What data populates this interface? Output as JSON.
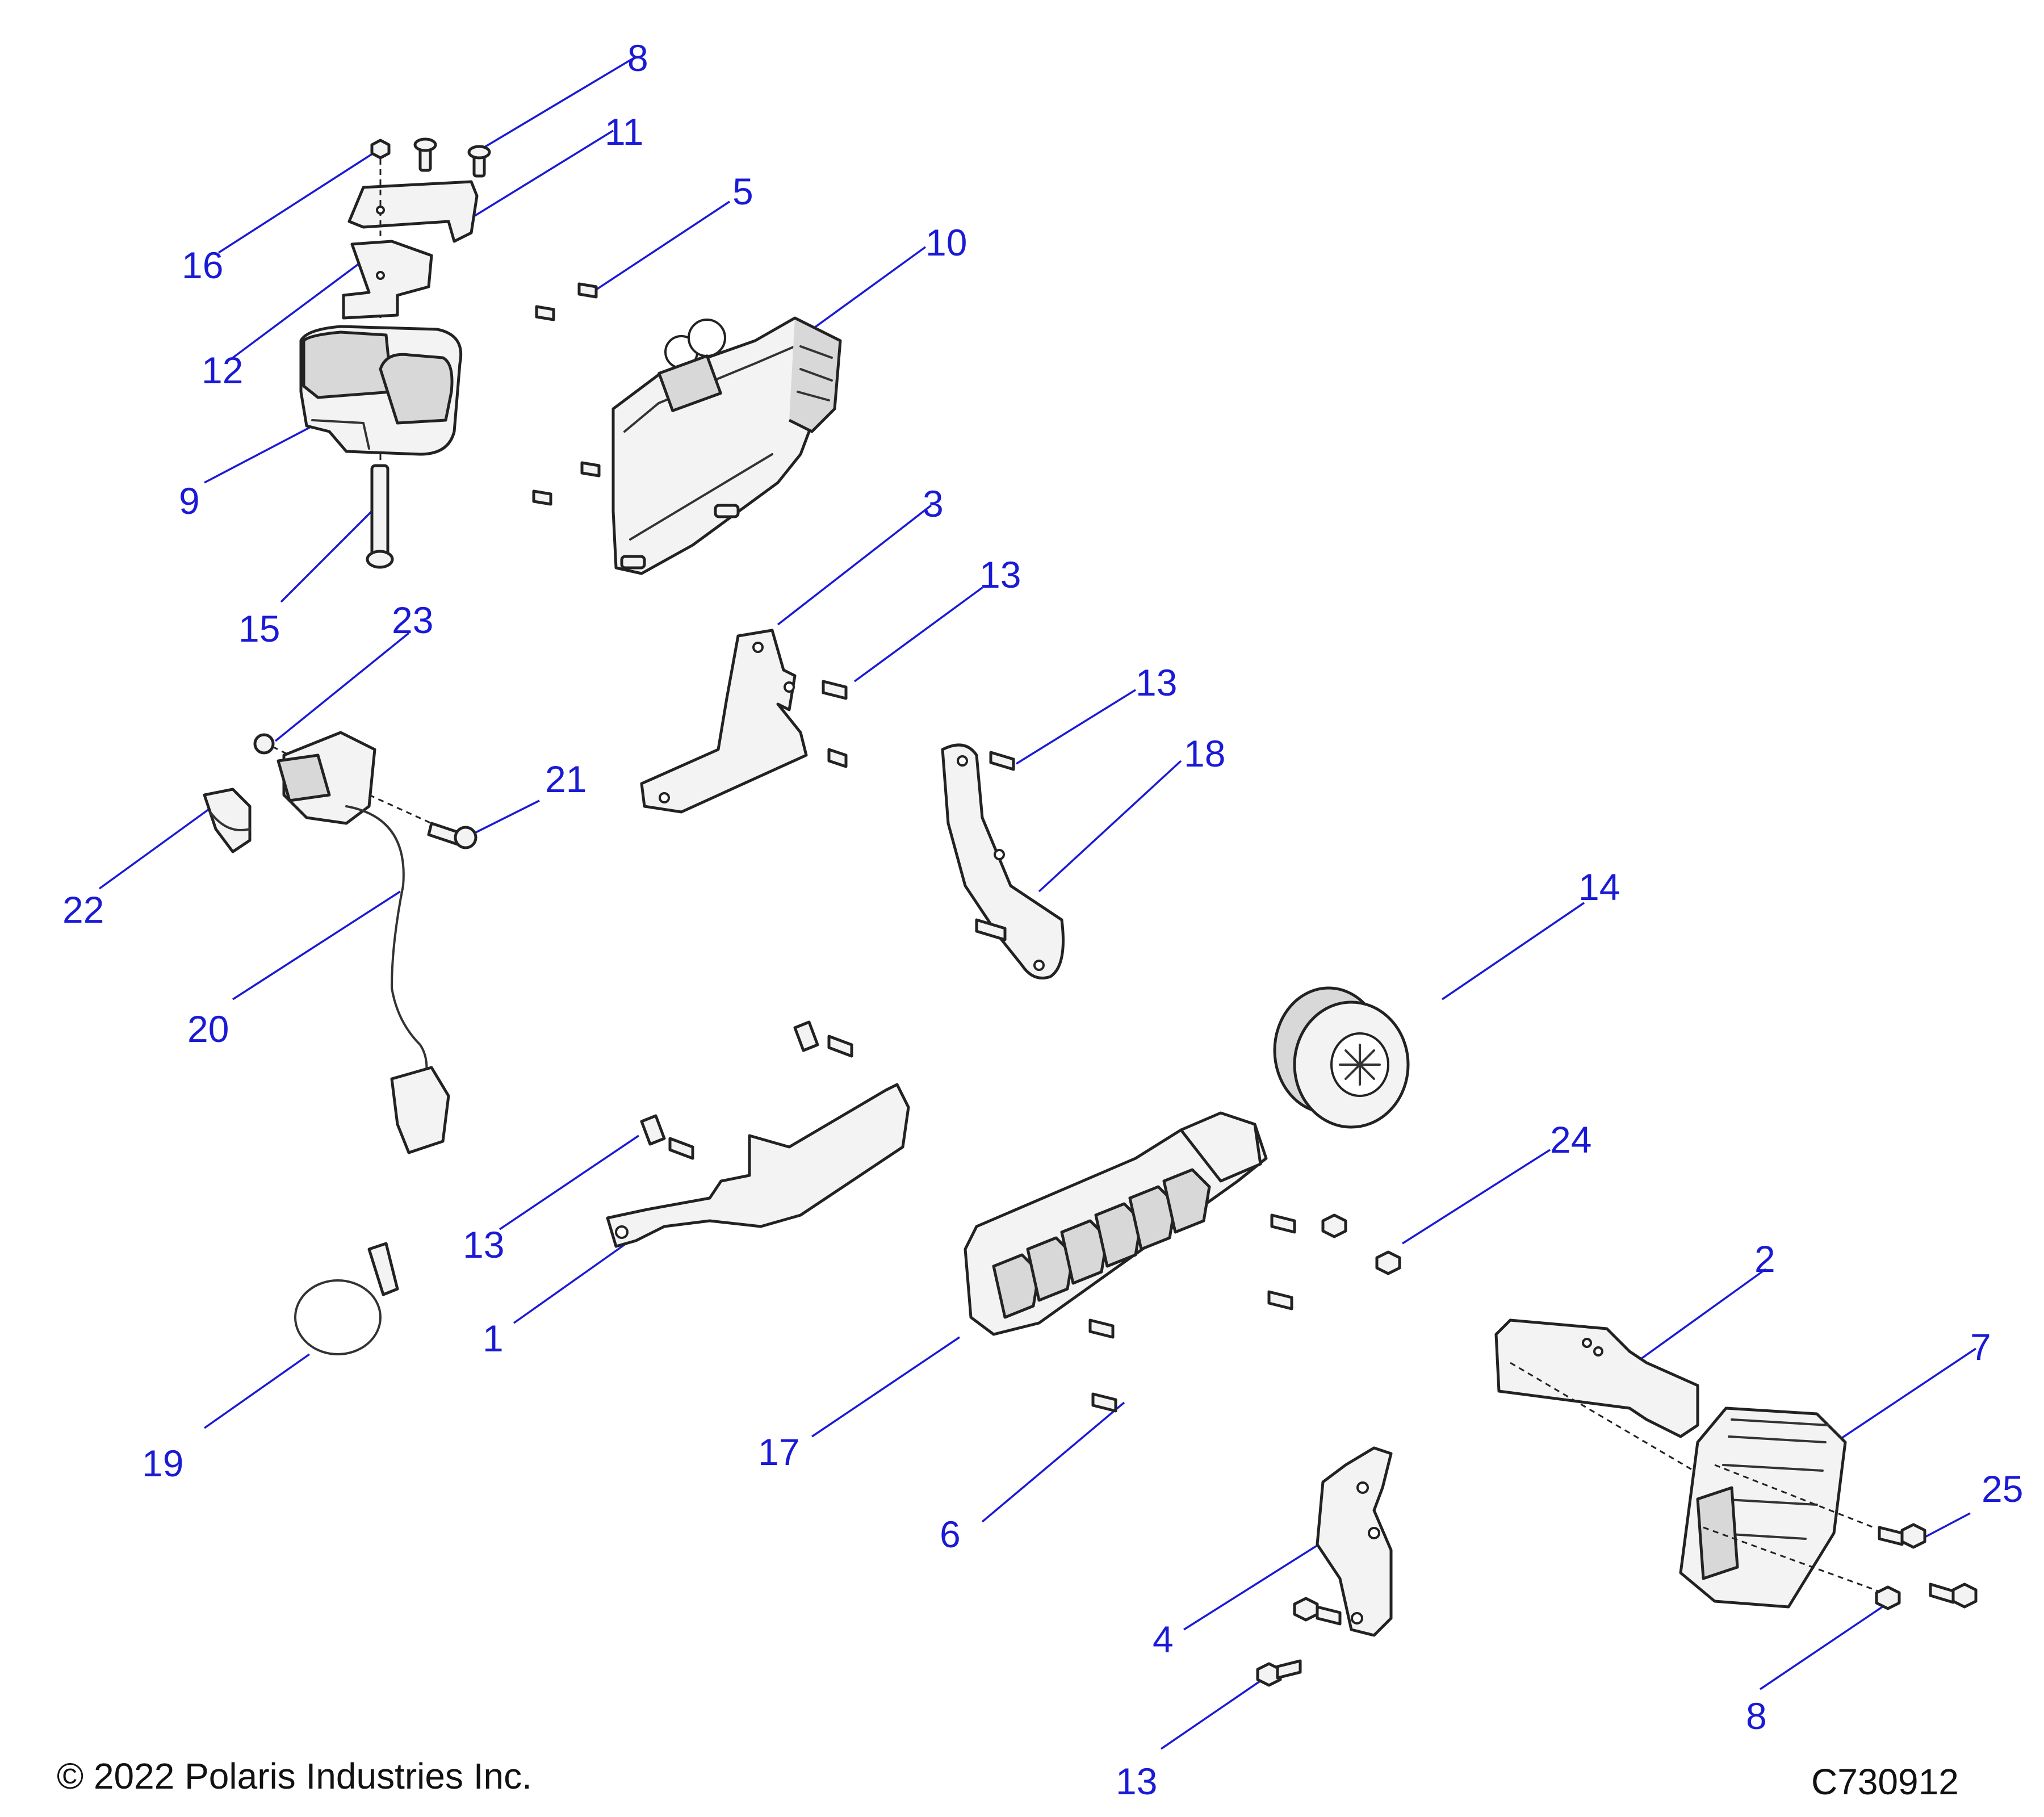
{
  "diagram": {
    "callouts": {
      "c1": "1",
      "c2": "2",
      "c3": "3",
      "c4": "4",
      "c5": "5",
      "c6": "6",
      "c7": "7",
      "c8a": "8",
      "c8b": "8",
      "c9": "9",
      "c10": "10",
      "c11": "11",
      "c12": "12",
      "c13a": "13",
      "c13b": "13",
      "c13c": "13",
      "c13d": "13",
      "c14": "14",
      "c15": "15",
      "c16": "16",
      "c17": "17",
      "c18": "18",
      "c19": "19",
      "c20": "20",
      "c21": "21",
      "c22": "22",
      "c23": "23",
      "c24": "24",
      "c25": "25"
    },
    "copyright": "© 2022 Polaris Industries Inc.",
    "drawing_number": "C730912"
  },
  "colors": {
    "callout": "#1a1ad6",
    "line": "#222222",
    "fill": "#f3f3f3"
  }
}
